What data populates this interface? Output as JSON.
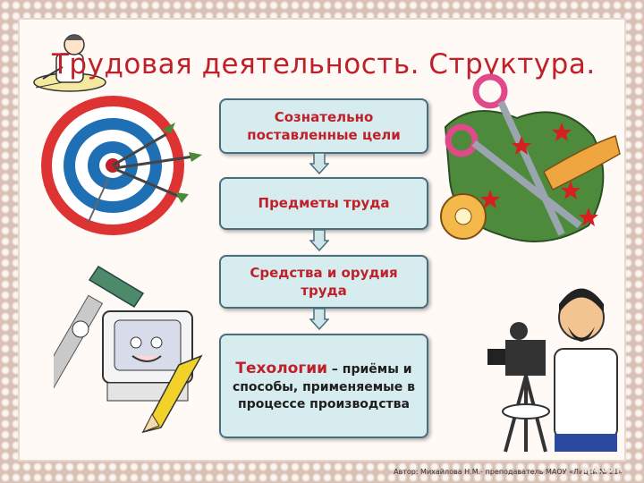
{
  "title": "Трудовая деятельность. Структура.",
  "boxes": [
    {
      "text": "Сознательно поставленные цели"
    },
    {
      "text": "Предметы труда"
    },
    {
      "text": "Средства и орудия труда"
    },
    {
      "highlight": "Техологии",
      "rest": " – приёмы и способы, применяемые в процессе производства"
    }
  ],
  "footer": "Автор: Михайлова Н.М.- преподаватель МАОУ «Лицей № 21»",
  "watermark": "ppt.com",
  "colors": {
    "title": "#c0202a",
    "box_fill": "#d7ecee",
    "box_border": "#4a6f7c"
  },
  "icons": [
    "teacher-writing-icon",
    "target-with-arrows-icon",
    "scissors-fabric-tape-icon",
    "computer-with-ruler-pencil-icon",
    "cameraman-icon"
  ]
}
